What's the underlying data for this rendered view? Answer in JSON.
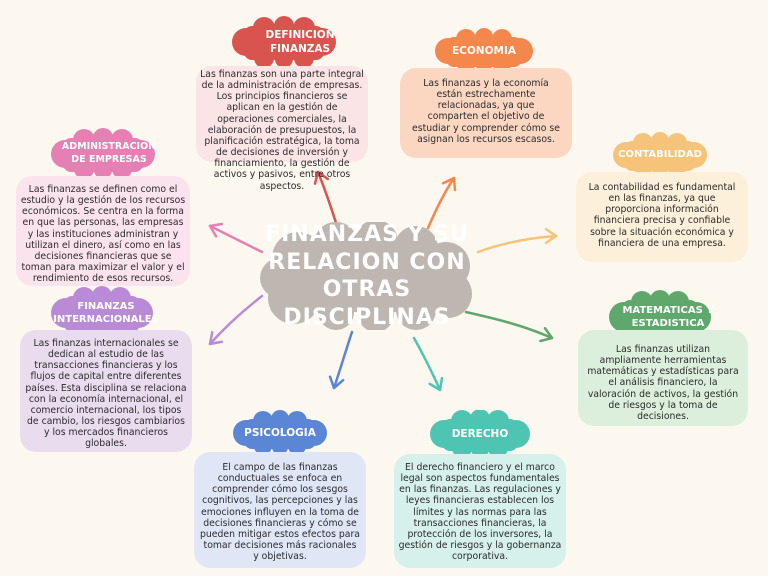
{
  "center": {
    "title": "FINANZAS Y SU RELACION CON OTRAS DISCIPLINAS",
    "color": "#bdb6b1"
  },
  "nodes": [
    {
      "id": "definicion",
      "title": "DEFINICION FINANZAS",
      "color": "#d9534f",
      "box_color": "#fbe4e6",
      "text": "Las finanzas son una parte integral de la administración de empresas. Los principios financieros se aplican en la gestión de operaciones comerciales, la elaboración de presupuestos, la planificación estratégica, la toma de decisiones de inversión y financiamiento, la gestión de activos y pasivos, entre otros aspectos."
    },
    {
      "id": "economia",
      "title": "ECONOMIA",
      "color": "#f4874b",
      "box_color": "#fbd7c2",
      "text": "Las finanzas y la economía están estrechamente relacionadas, ya que comparten el objetivo de estudiar y comprender cómo se asignan los recursos escasos."
    },
    {
      "id": "contabilidad",
      "title": "CONTABILIDAD",
      "color": "#f6c37a",
      "box_color": "#fdf0da",
      "text": "La contabilidad es fundamental en las finanzas, ya que proporciona información financiera precisa y confiable sobre la situación económica y financiera de una empresa."
    },
    {
      "id": "matematicas",
      "title": "MATEMATICAS Y ESTADISTICA",
      "color": "#5ea86b",
      "box_color": "#dcefdc",
      "text": "Las finanzas utilizan ampliamente herramientas matemáticas y estadísticas para el análisis financiero, la valoración de activos, la gestión de riesgos y la toma de decisiones."
    },
    {
      "id": "derecho",
      "title": "DERECHO",
      "color": "#4fc4b3",
      "box_color": "#d6f0ec",
      "text": "El derecho financiero y el marco legal son aspectos fundamentales en las finanzas. Las regulaciones y leyes financieras establecen los límites y las normas para las transacciones financieras, la protección de los inversores, la gestión de riesgos y la gobernanza corporativa."
    },
    {
      "id": "psicologia",
      "title": "PSICOLOGIA",
      "color": "#5b86d6",
      "box_color": "#dfe6f6",
      "text": "El campo de las finanzas conductuales se enfoca en comprender cómo los sesgos cognitivos, las percepciones y las emociones influyen en la toma de decisiones financieras y cómo se pueden mitigar estos efectos para tomar decisiones más racionales y objetivas."
    },
    {
      "id": "internacionales",
      "title": "FINANZAS INTERNACIONALES",
      "color": "#b98ad6",
      "box_color": "#e9dcef",
      "text": "Las finanzas internacionales se dedican al estudio de las transacciones financieras y los flujos de capital entre diferentes países. Esta disciplina se relaciona con la economía internacional, el comercio internacional, los tipos de cambio, los riesgos cambiarios y los mercados financieros globales."
    },
    {
      "id": "administracion",
      "title": "ADMINISTRACION DE EMPRESAS",
      "color": "#e67fb4",
      "box_color": "#fbe3ee",
      "text": "Las finanzas se definen como el estudio y la gestión de los recursos económicos. Se centra en la forma en que las personas, las empresas y las instituciones administran y utilizan el dinero, así como en las decisiones financieras que se toman para maximizar el valor y el rendimiento de esos recursos."
    }
  ],
  "arrow_colors": [
    "#d9534f",
    "#f4874b",
    "#f6c37a",
    "#5ea86b",
    "#4fc4b3",
    "#5b86d6",
    "#b98ad6",
    "#e67fb4"
  ]
}
